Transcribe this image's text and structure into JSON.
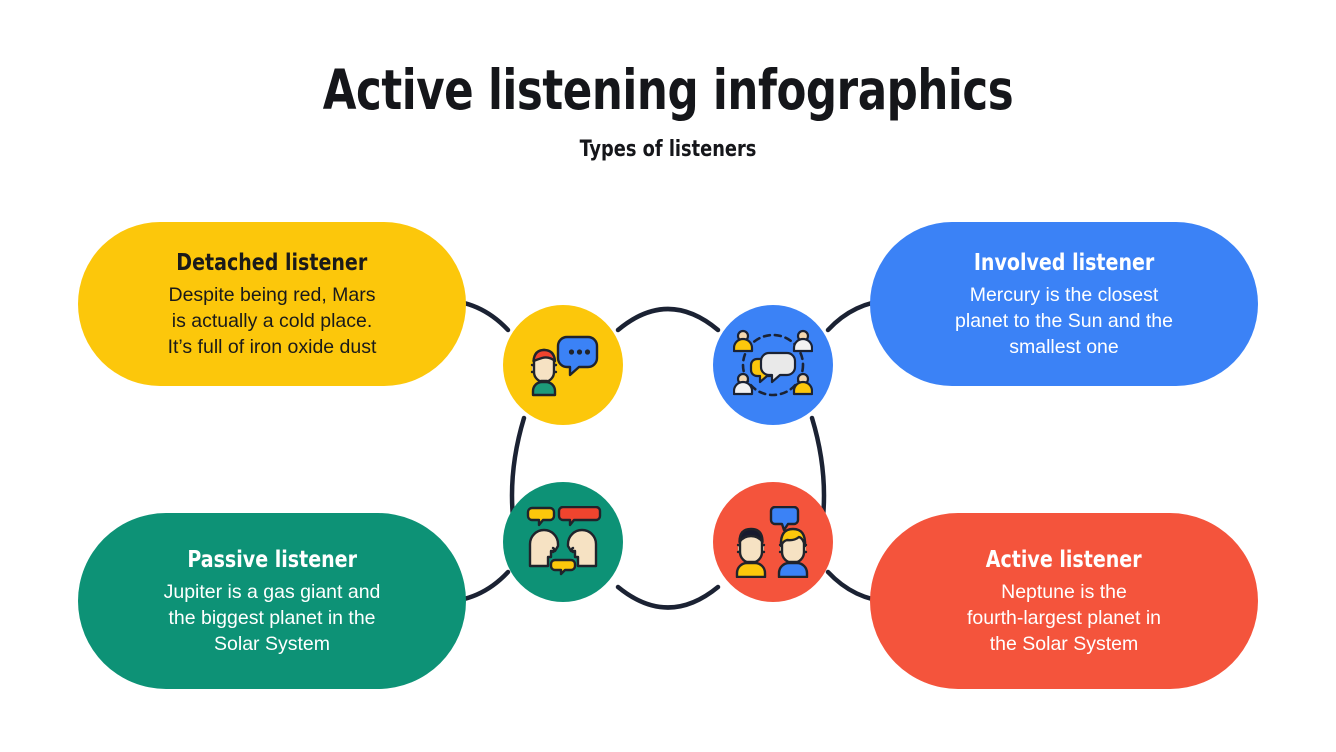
{
  "header": {
    "title": "Active listening infographics",
    "subtitle": "Types of listeners"
  },
  "colors": {
    "yellow": "#fcc70b",
    "blue": "#3b82f6",
    "green": "#0d9276",
    "red": "#f4543c",
    "line": "#1b2233",
    "dark_text": "#1a1a1a",
    "light_text": "#ffffff",
    "background": "#ffffff"
  },
  "cards": [
    {
      "id": "detached",
      "title": "Detached listener",
      "body": "Despite being red, Mars\nis actually a cold place.\nIt’s full of iron oxide dust",
      "color": "#fcc70b",
      "text_color": "#1a1a1a",
      "position": "top-left",
      "icon": "person-speech-bubble-icon"
    },
    {
      "id": "involved",
      "title": "Involved listener",
      "body": "Mercury is the closest\nplanet to the Sun and the\nsmallest one",
      "color": "#3b82f6",
      "text_color": "#ffffff",
      "position": "top-right",
      "icon": "group-discussion-icon"
    },
    {
      "id": "passive",
      "title": "Passive listener",
      "body": "Jupiter is a gas giant and\nthe biggest planet in the\nSolar System",
      "color": "#0d9276",
      "text_color": "#ffffff",
      "position": "bottom-left",
      "icon": "two-heads-talking-icon"
    },
    {
      "id": "active",
      "title": "Active listener",
      "body": "Neptune is the\nfourth-largest planet in\nthe Solar System",
      "color": "#f4543c",
      "text_color": "#ffffff",
      "position": "bottom-right",
      "icon": "two-people-conversation-icon"
    }
  ],
  "diagram": {
    "type": "four-node-ring",
    "node_count": 4,
    "connector_color": "#1b2233",
    "connector_style": "curved-arc"
  }
}
